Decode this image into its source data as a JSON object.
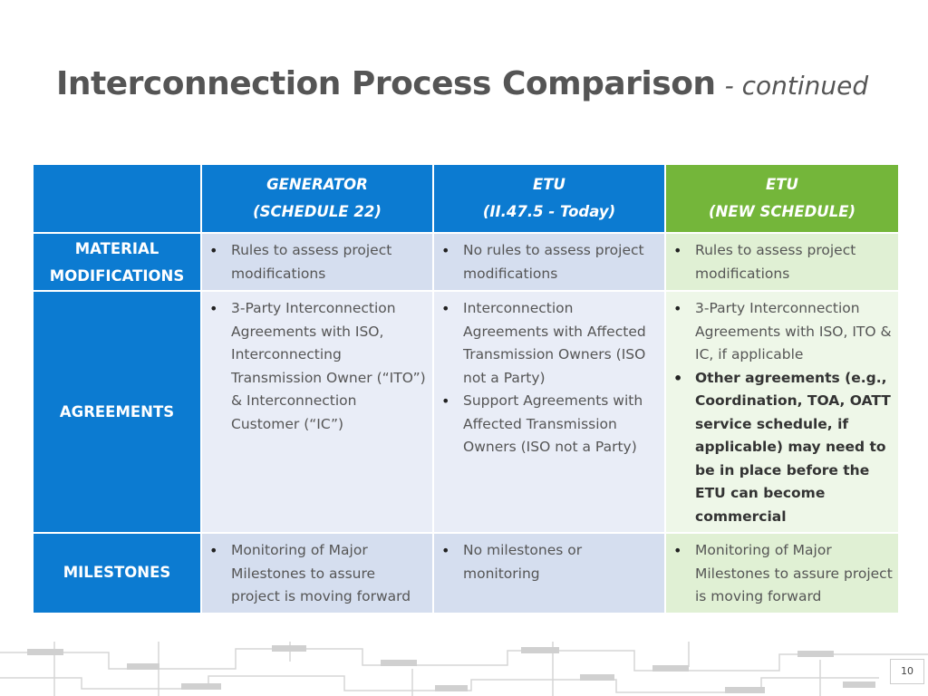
{
  "slide": {
    "title": "Interconnection Process Comparison",
    "subtitle": "- continued",
    "page_number": "10"
  },
  "table": {
    "headers": [
      {
        "line1": "GENERATOR",
        "line2": "(SCHEDULE 22)"
      },
      {
        "line1": "ETU",
        "line2": "(II.47.5 - Today)"
      },
      {
        "line1": "ETU",
        "line2": "(NEW SCHEDULE)"
      }
    ],
    "rows": [
      {
        "label_line1": "MATERIAL",
        "label_line2": "MODIFICATIONS",
        "generator": [
          "Rules to assess project modifications"
        ],
        "etu_today": [
          "No rules to assess project modifications"
        ],
        "etu_new": [
          "Rules to assess project modifications"
        ]
      },
      {
        "label": "AGREEMENTS",
        "generator": [
          "3-Party Interconnection Agreements with ISO, Interconnecting Transmission Owner (“ITO”) & Interconnection Customer (“IC”)"
        ],
        "etu_today": [
          "Interconnection Agreements with Affected Transmission Owners (ISO not a Party)",
          "Support Agreements with Affected Transmission Owners (ISO not a Party)"
        ],
        "etu_new": [
          "3-Party Interconnection Agreements with ISO, ITO & IC, if applicable",
          "Other agreements (e.g., Coordination, TOA, OATT service schedule, if applicable) may need to be in place before the ETU can become commercial"
        ]
      },
      {
        "label": "MILESTONES",
        "generator": [
          "Monitoring of Major Milestones to assure project is moving forward"
        ],
        "etu_today": [
          "No milestones or monitoring"
        ],
        "etu_new": [
          "Monitoring of Major Milestones to assure project is moving forward"
        ]
      }
    ]
  },
  "colors": {
    "header_blue": "#0c7bd1",
    "header_green": "#74b63a",
    "cell_blue_dark": "#d5deef",
    "cell_blue_light": "#e9edf7",
    "cell_green_dark": "#e0f0d4",
    "cell_green_light": "#eef7e8",
    "title_gray": "#555555"
  }
}
